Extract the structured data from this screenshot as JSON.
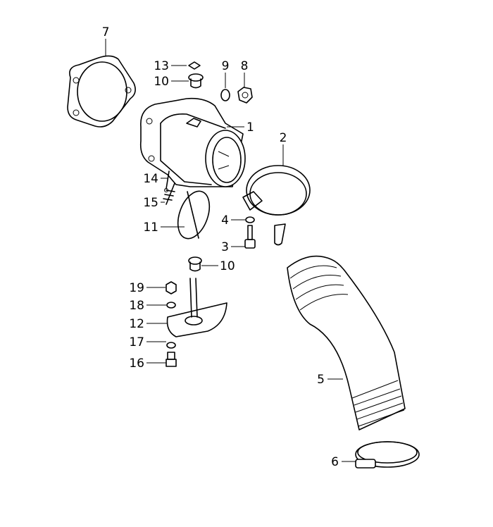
{
  "diagram": {
    "callouts": [
      {
        "id": "7",
        "label": "7"
      },
      {
        "id": "13",
        "label": "13"
      },
      {
        "id": "10a",
        "label": "10"
      },
      {
        "id": "9",
        "label": "9"
      },
      {
        "id": "8",
        "label": "8"
      },
      {
        "id": "1",
        "label": "1"
      },
      {
        "id": "2",
        "label": "2"
      },
      {
        "id": "14",
        "label": "14"
      },
      {
        "id": "15",
        "label": "15"
      },
      {
        "id": "11",
        "label": "11"
      },
      {
        "id": "4",
        "label": "4"
      },
      {
        "id": "3",
        "label": "3"
      },
      {
        "id": "10b",
        "label": "10"
      },
      {
        "id": "19",
        "label": "19"
      },
      {
        "id": "18",
        "label": "18"
      },
      {
        "id": "12",
        "label": "12"
      },
      {
        "id": "17",
        "label": "17"
      },
      {
        "id": "16",
        "label": "16"
      },
      {
        "id": "5",
        "label": "5"
      },
      {
        "id": "6",
        "label": "6"
      }
    ]
  }
}
